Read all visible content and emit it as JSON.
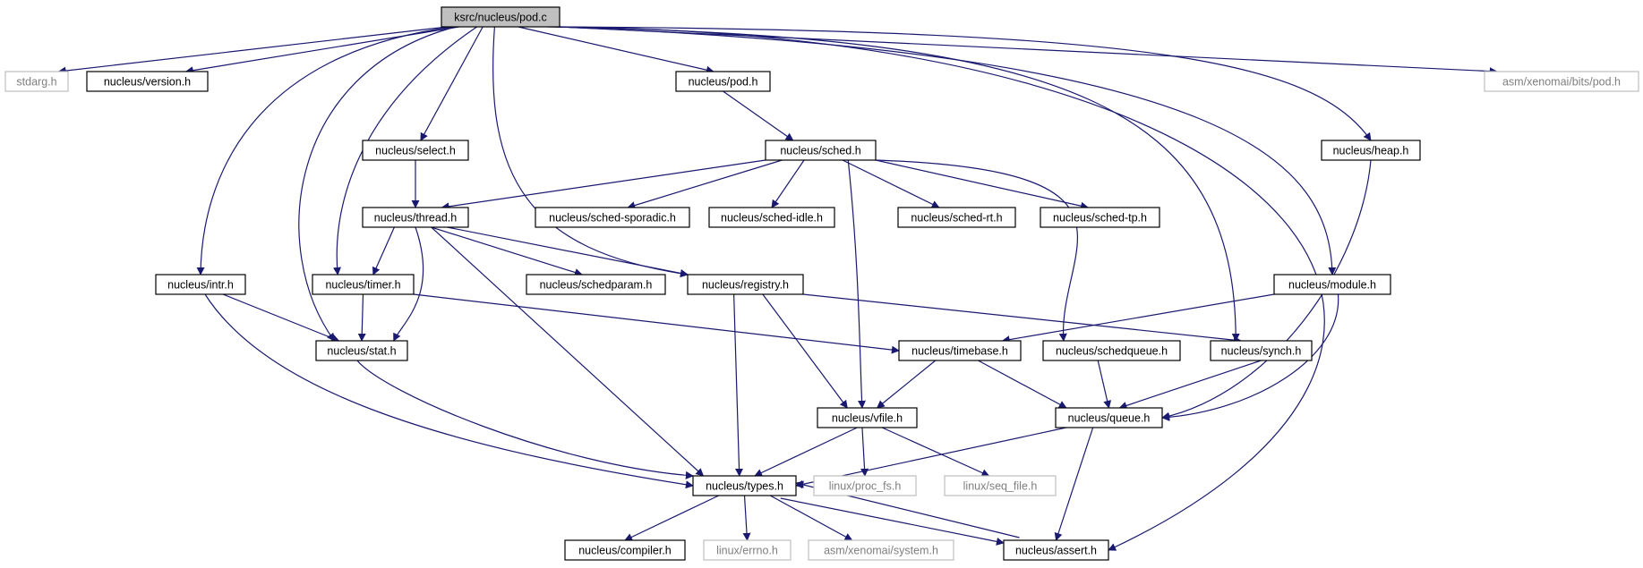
{
  "graph": {
    "root": "ksrc/nucleus/pod.c",
    "nodes": [
      {
        "id": "pod_c",
        "label": "ksrc/nucleus/pod.c",
        "style": "root"
      },
      {
        "id": "stdarg",
        "label": "stdarg.h",
        "style": "external"
      },
      {
        "id": "version",
        "label": "nucleus/version.h",
        "style": "internal"
      },
      {
        "id": "pod_h",
        "label": "nucleus/pod.h",
        "style": "internal"
      },
      {
        "id": "asm_pod",
        "label": "asm/xenomai/bits/pod.h",
        "style": "external"
      },
      {
        "id": "select",
        "label": "nucleus/select.h",
        "style": "internal"
      },
      {
        "id": "sched",
        "label": "nucleus/sched.h",
        "style": "internal"
      },
      {
        "id": "heap",
        "label": "nucleus/heap.h",
        "style": "internal"
      },
      {
        "id": "thread",
        "label": "nucleus/thread.h",
        "style": "internal"
      },
      {
        "id": "sporadic",
        "label": "nucleus/sched-sporadic.h",
        "style": "internal"
      },
      {
        "id": "idle",
        "label": "nucleus/sched-idle.h",
        "style": "internal"
      },
      {
        "id": "rt",
        "label": "nucleus/sched-rt.h",
        "style": "internal"
      },
      {
        "id": "tp",
        "label": "nucleus/sched-tp.h",
        "style": "internal"
      },
      {
        "id": "intr",
        "label": "nucleus/intr.h",
        "style": "internal"
      },
      {
        "id": "timer",
        "label": "nucleus/timer.h",
        "style": "internal"
      },
      {
        "id": "schedparam",
        "label": "nucleus/schedparam.h",
        "style": "internal"
      },
      {
        "id": "registry",
        "label": "nucleus/registry.h",
        "style": "internal"
      },
      {
        "id": "module",
        "label": "nucleus/module.h",
        "style": "internal"
      },
      {
        "id": "stat",
        "label": "nucleus/stat.h",
        "style": "internal"
      },
      {
        "id": "timebase",
        "label": "nucleus/timebase.h",
        "style": "internal"
      },
      {
        "id": "schedqueue",
        "label": "nucleus/schedqueue.h",
        "style": "internal"
      },
      {
        "id": "synch",
        "label": "nucleus/synch.h",
        "style": "internal"
      },
      {
        "id": "vfile",
        "label": "nucleus/vfile.h",
        "style": "internal"
      },
      {
        "id": "queue",
        "label": "nucleus/queue.h",
        "style": "internal"
      },
      {
        "id": "types",
        "label": "nucleus/types.h",
        "style": "internal"
      },
      {
        "id": "proc_fs",
        "label": "linux/proc_fs.h",
        "style": "external"
      },
      {
        "id": "seq_file",
        "label": "linux/seq_file.h",
        "style": "external"
      },
      {
        "id": "compiler",
        "label": "nucleus/compiler.h",
        "style": "internal"
      },
      {
        "id": "errno",
        "label": "linux/errno.h",
        "style": "external"
      },
      {
        "id": "system",
        "label": "asm/xenomai/system.h",
        "style": "external"
      },
      {
        "id": "assert",
        "label": "nucleus/assert.h",
        "style": "internal"
      }
    ],
    "edges": [
      {
        "from": "pod_c",
        "to": "stdarg"
      },
      {
        "from": "pod_c",
        "to": "version"
      },
      {
        "from": "pod_c",
        "to": "pod_h"
      },
      {
        "from": "pod_c",
        "to": "asm_pod"
      },
      {
        "from": "pod_c",
        "to": "select"
      },
      {
        "from": "pod_c",
        "to": "heap"
      },
      {
        "from": "pod_c",
        "to": "intr"
      },
      {
        "from": "pod_c",
        "to": "stat"
      },
      {
        "from": "pod_c",
        "to": "timer"
      },
      {
        "from": "pod_c",
        "to": "registry"
      },
      {
        "from": "pod_c",
        "to": "module"
      },
      {
        "from": "pod_c",
        "to": "synch"
      },
      {
        "from": "pod_c",
        "to": "assert"
      },
      {
        "from": "pod_h",
        "to": "sched"
      },
      {
        "from": "sched",
        "to": "thread"
      },
      {
        "from": "sched",
        "to": "sporadic"
      },
      {
        "from": "sched",
        "to": "idle"
      },
      {
        "from": "sched",
        "to": "rt"
      },
      {
        "from": "sched",
        "to": "tp"
      },
      {
        "from": "sched",
        "to": "vfile"
      },
      {
        "from": "sched",
        "to": "schedqueue"
      },
      {
        "from": "select",
        "to": "thread"
      },
      {
        "from": "thread",
        "to": "timer"
      },
      {
        "from": "thread",
        "to": "stat"
      },
      {
        "from": "thread",
        "to": "schedparam"
      },
      {
        "from": "thread",
        "to": "registry"
      },
      {
        "from": "thread",
        "to": "types"
      },
      {
        "from": "heap",
        "to": "queue"
      },
      {
        "from": "intr",
        "to": "stat"
      },
      {
        "from": "intr",
        "to": "types"
      },
      {
        "from": "timer",
        "to": "stat"
      },
      {
        "from": "timer",
        "to": "timebase"
      },
      {
        "from": "registry",
        "to": "synch"
      },
      {
        "from": "registry",
        "to": "vfile"
      },
      {
        "from": "registry",
        "to": "types"
      },
      {
        "from": "module",
        "to": "timebase"
      },
      {
        "from": "module",
        "to": "queue"
      },
      {
        "from": "stat",
        "to": "types"
      },
      {
        "from": "timebase",
        "to": "vfile"
      },
      {
        "from": "timebase",
        "to": "queue"
      },
      {
        "from": "schedqueue",
        "to": "queue"
      },
      {
        "from": "synch",
        "to": "queue"
      },
      {
        "from": "vfile",
        "to": "types"
      },
      {
        "from": "vfile",
        "to": "proc_fs"
      },
      {
        "from": "vfile",
        "to": "seq_file"
      },
      {
        "from": "queue",
        "to": "types"
      },
      {
        "from": "queue",
        "to": "assert"
      },
      {
        "from": "types",
        "to": "compiler"
      },
      {
        "from": "types",
        "to": "errno"
      },
      {
        "from": "types",
        "to": "system"
      },
      {
        "from": "types",
        "to": "assert"
      },
      {
        "from": "assert",
        "to": "types"
      }
    ]
  },
  "colors": {
    "edge": "#191970",
    "root_fill": "#bfbfbf",
    "border": "#000000",
    "external_border": "#bfbfbf",
    "external_text": "#7f7f7f"
  }
}
